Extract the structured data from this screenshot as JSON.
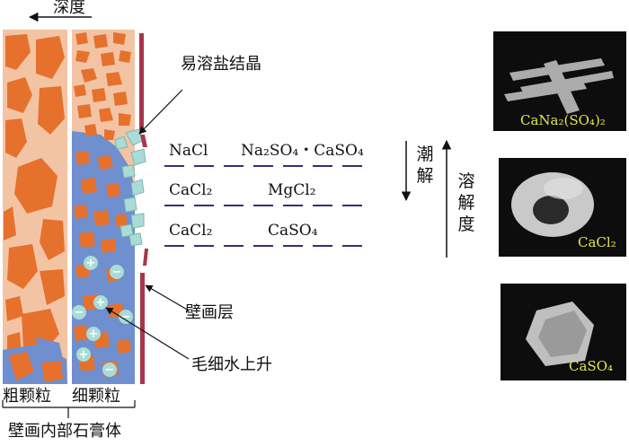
{
  "labels": {
    "depth": "深度",
    "salt_crystal": "易溶盐结晶",
    "mural_layer": "壁画层",
    "capillary": "毛细水上升",
    "coarse": "粗颗粒",
    "fine": "细颗粒",
    "gypsum_body": "壁画内部石膏体",
    "deliquescence": "潮解",
    "solubility": "溶解度"
  },
  "salts": {
    "row1_left": "NaCl",
    "row1_right": "Na₂SO₄・CaSO₄",
    "row2_left": "CaCl₂",
    "row2_right": "MgCl₂",
    "row3_left": "CaCl₂",
    "row3_right": "CaSO₄"
  },
  "photos": [
    {
      "caption": "CaNa₂(SO₄)₂"
    },
    {
      "caption": "CaCl₂"
    },
    {
      "caption": "CaSO₄"
    }
  ],
  "ions": [
    "+",
    "−"
  ],
  "colors": {
    "layer_bg": "#f3c4a4",
    "particle": "#e6712d",
    "water": "#6f8fcf",
    "crystal": "#a9dcd6",
    "mural_bar": "#a8364a",
    "dash": "#3d2a7a",
    "caption": "#e2e74f"
  }
}
